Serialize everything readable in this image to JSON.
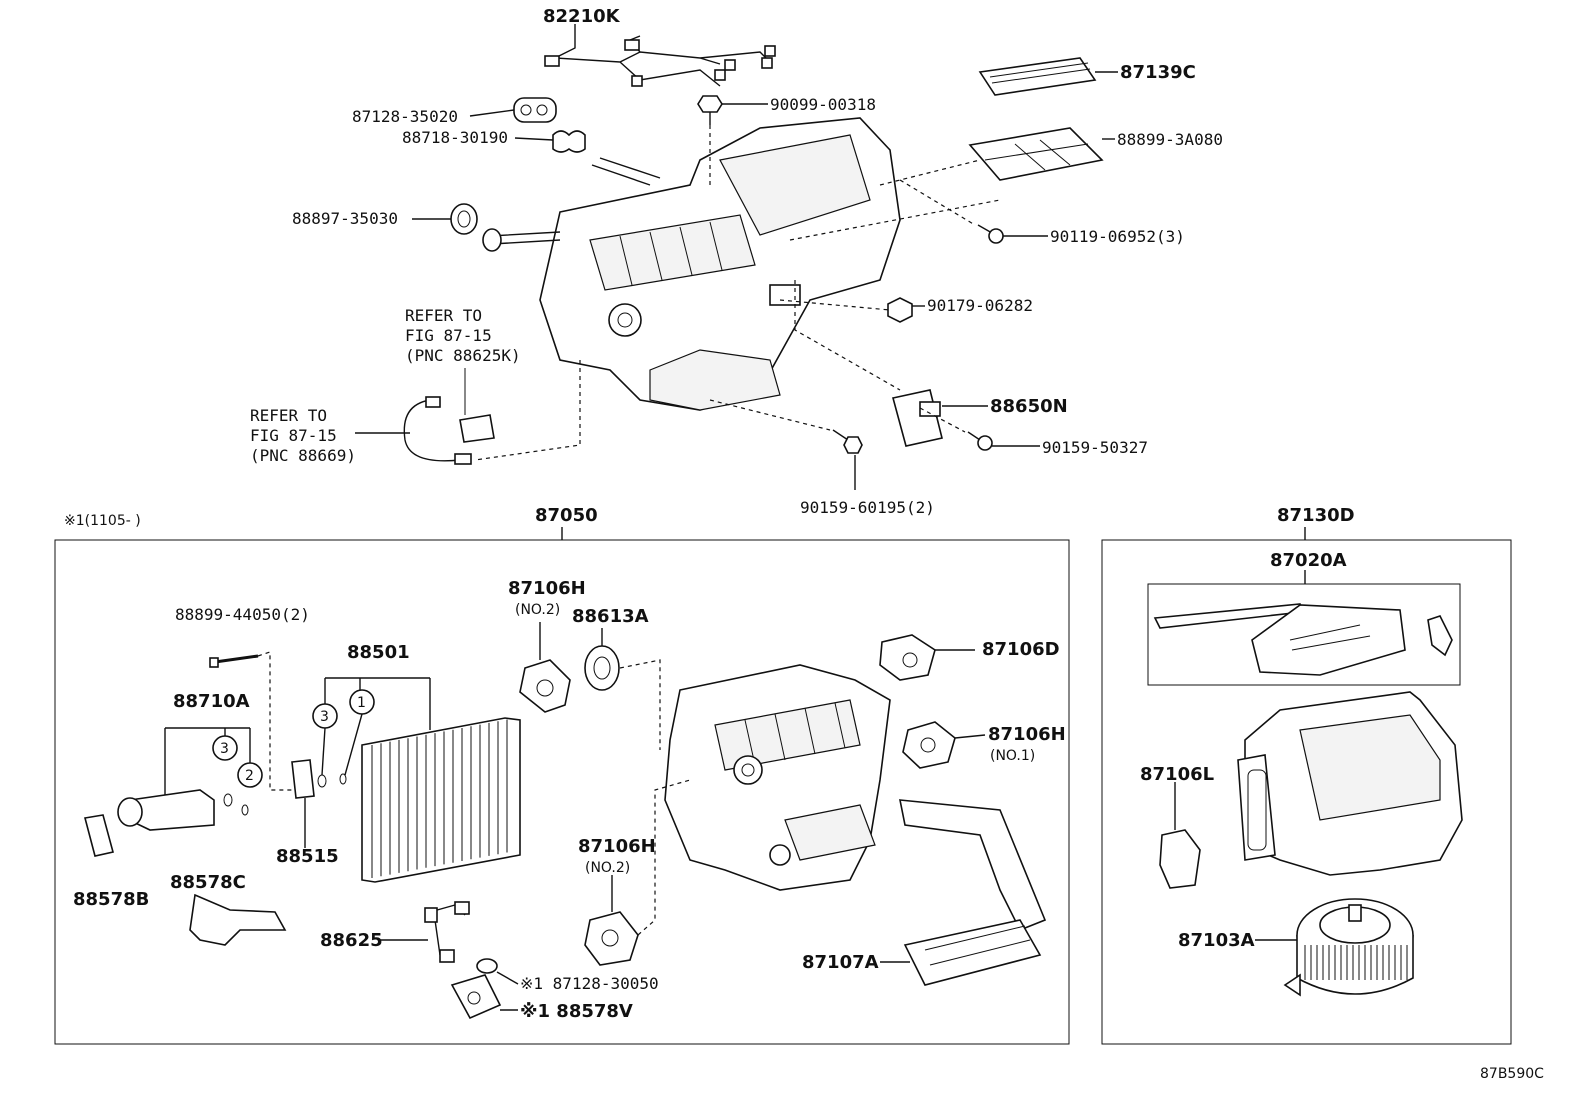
{
  "diagram_id": "87B590C",
  "note_range": "※1(1105-    )",
  "top": {
    "p82210K": "82210K",
    "p87128_35020": "87128-35020",
    "p88718_30190": "88718-30190",
    "p88897_35030": "88897-35030",
    "p90099_00318": "90099-00318",
    "p87139C": "87139C",
    "p88899_3A080": "88899-3A080",
    "p90119_06952": "90119-06952(3)",
    "p90179_06282": "90179-06282",
    "p88650N": "88650N",
    "p90159_50327": "90159-50327",
    "p90159_60195": "90159-60195(2)",
    "refer1": [
      "REFER TO",
      "FIG 87-15",
      "(PNC 88625K)"
    ],
    "refer2": [
      "REFER TO",
      "FIG 87-15",
      "(PNC 88669)"
    ]
  },
  "box_left": {
    "title": "87050",
    "p88899_44050": "88899-44050(2)",
    "p88501": "88501",
    "p88710A": "88710A",
    "p88515": "88515",
    "p88578B": "88578B",
    "p88578C": "88578C",
    "p87106H_top": "87106H",
    "p87106H_top_sub": "(NO.2)",
    "p88613A": "88613A",
    "p87106D": "87106D",
    "p87106H_no1": "87106H",
    "p87106H_no1_sub": "(NO.1)",
    "p87106H_low": "87106H",
    "p87106H_low_sub": "(NO.2)",
    "p88625": "88625",
    "p87128_30050": "※1 87128-30050",
    "p88578V": "※1 88578V",
    "p87107A": "87107A",
    "o1": "1",
    "o2": "2",
    "o3a": "3",
    "o3b": "3"
  },
  "box_right": {
    "title": "87130D",
    "p87020A": "87020A",
    "p87106L": "87106L",
    "p87103A": "87103A"
  }
}
